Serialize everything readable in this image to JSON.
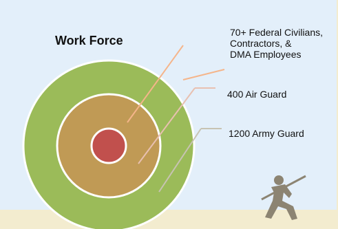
{
  "title": "Work Force",
  "rings": [
    {
      "label_lines": [
        "70+ Federal Civilians,",
        "Contractors, &",
        "DMA Employees"
      ],
      "color": "#c1504d"
    },
    {
      "label": "400 Air Guard",
      "color": "#c09a55"
    },
    {
      "label": "1200 Army Guard",
      "color": "#9bbb59"
    }
  ],
  "colors": {
    "background": "#e3effa",
    "outer_ring": "#9bbb59",
    "middle_ring": "#c09a55",
    "inner_circle": "#c1504d",
    "ring_border": "#ffffff",
    "leader_line": "#f5b58a",
    "leader_line_light": "#e8c0b0"
  },
  "decoration": {
    "silhouette_icon": "soldier-silhouette-icon"
  }
}
